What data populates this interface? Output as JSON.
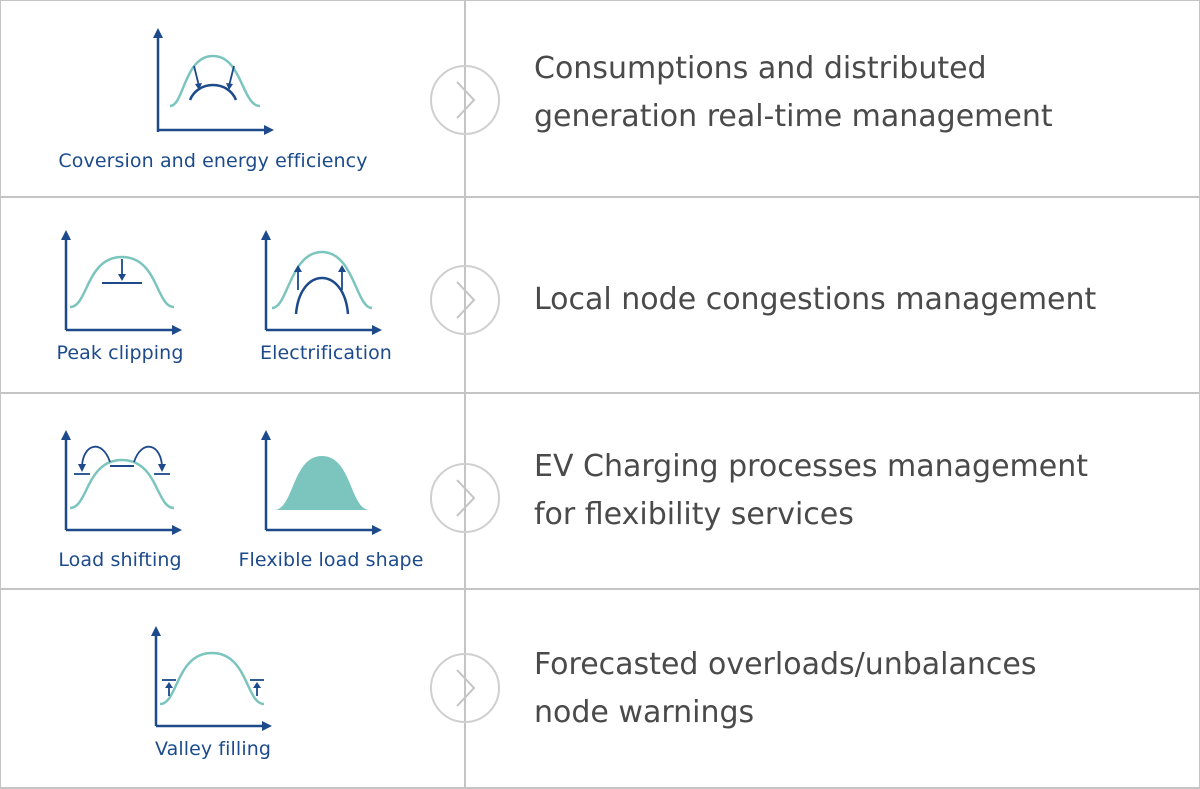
{
  "colors": {
    "axis": "#1c4a8b",
    "curve_light": "#7cc5bf",
    "fill_shape": "#7cc5bf",
    "border": "#c4c4c4",
    "text_desc": "#4a4a4a"
  },
  "rows": [
    {
      "captions": [
        "Coversion and energy efficiency"
      ],
      "description": [
        "Consumptions and distributed",
        "generation real-time management"
      ]
    },
    {
      "captions": [
        "Peak clipping",
        "Electrification"
      ],
      "description": [
        "Local node congestions management"
      ]
    },
    {
      "captions": [
        "Load shifting",
        "Flexible load shape"
      ],
      "description": [
        "EV Charging processes management",
        "for flexibility services"
      ]
    },
    {
      "captions": [
        "Valley filling"
      ],
      "description": [
        "Forecasted overloads/unbalances",
        "node warnings"
      ]
    }
  ]
}
